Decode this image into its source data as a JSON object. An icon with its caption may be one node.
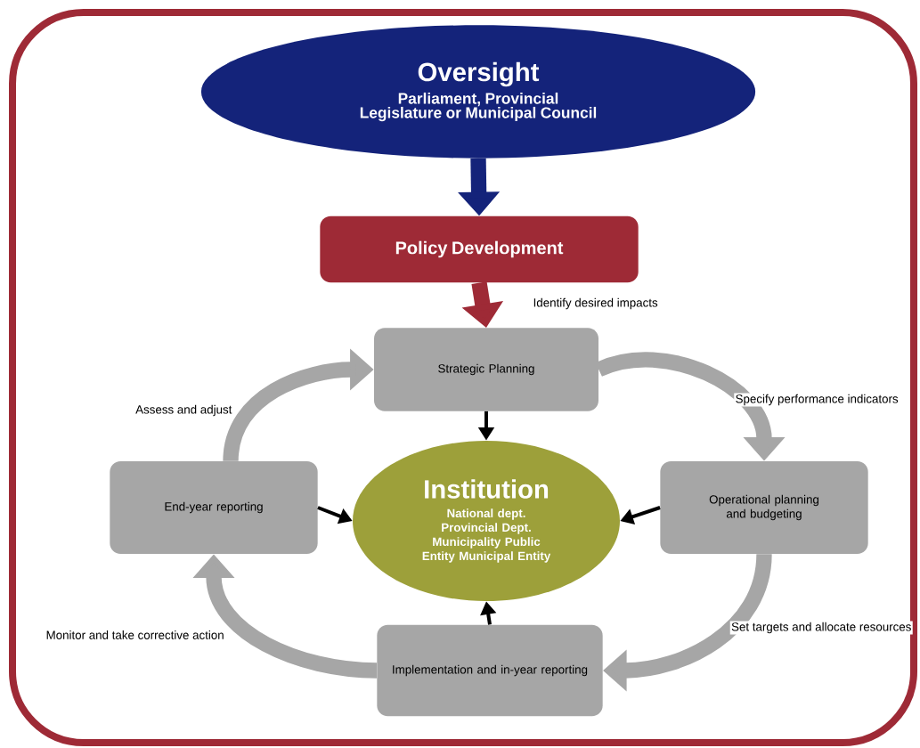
{
  "diagram": {
    "nodes": [
      {
        "text": [
          "Oversight",
          "Parliament, Provincial Legislature or Municipal Council"
        ]
      },
      {
        "text": [
          "Policy Development"
        ]
      },
      {
        "text": [
          "Strategic Planning"
        ]
      },
      {
        "text": [
          "Institution",
          "National dept. Provincial Dept. Municipality Public Entity Municipal Entity"
        ]
      },
      {
        "text": [
          "End-year reporting"
        ]
      },
      {
        "text": [
          "Operational planning and budgeting"
        ]
      },
      {
        "text": [
          "Implementation and in-year reporting"
        ]
      }
    ],
    "edges": [
      {
        "from": 0,
        "to": 1,
        "arrow": "to",
        "color": "#14237a"
      },
      {
        "from": 1,
        "to": 2,
        "arrow": "to",
        "color": "#9e2a36",
        "label": "Identify desired impacts"
      },
      {
        "from": 2,
        "to": 3,
        "arrow": "to",
        "color": "#000000"
      },
      {
        "from": 4,
        "to": 3,
        "arrow": "to",
        "color": "#000000"
      },
      {
        "from": 5,
        "to": 3,
        "arrow": "to",
        "color": "#000000"
      },
      {
        "from": 6,
        "to": 3,
        "arrow": "to",
        "color": "#000000"
      },
      {
        "from": 2,
        "to": 5,
        "arrow": "to",
        "color": "#a6a6a6",
        "label": "Specify performance indicators"
      },
      {
        "from": 5,
        "to": 6,
        "arrow": "to",
        "color": "#a6a6a6",
        "label": "Set targets and allocate resources"
      },
      {
        "from": 6,
        "to": 4,
        "arrow": "to",
        "color": "#a6a6a6",
        "label": "Monitor and take corrective action"
      },
      {
        "from": 4,
        "to": 2,
        "arrow": "to",
        "color": "#a6a6a6",
        "label": "Assess and adjust"
      }
    ]
  }
}
